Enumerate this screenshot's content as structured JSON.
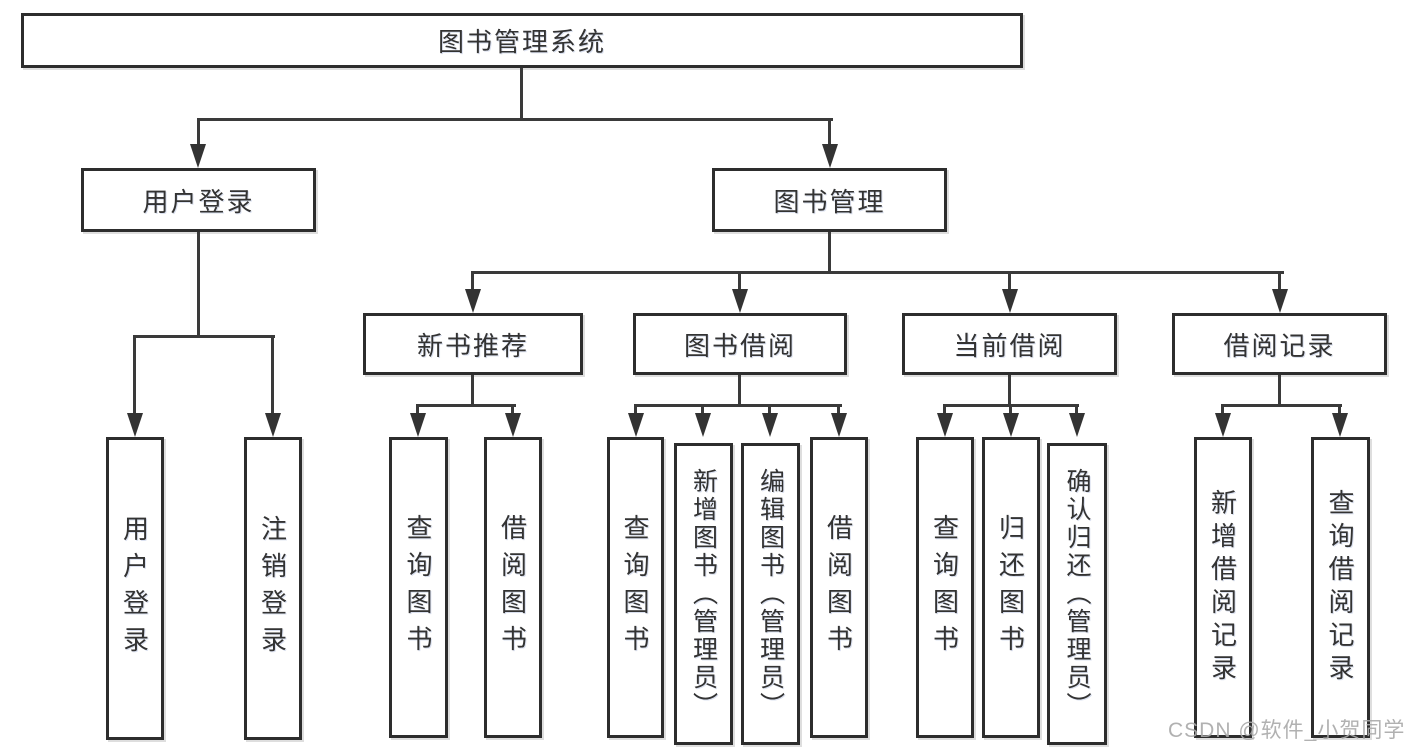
{
  "diagram": {
    "root": {
      "label": "图书管理系统"
    },
    "level2": [
      {
        "label": "用户登录"
      },
      {
        "label": "图书管理"
      }
    ],
    "level3": [
      {
        "label": "新书推荐",
        "parent": "图书管理"
      },
      {
        "label": "图书借阅",
        "parent": "图书管理"
      },
      {
        "label": "当前借阅",
        "parent": "图书管理"
      },
      {
        "label": "借阅记录",
        "parent": "图书管理"
      }
    ],
    "leaves": [
      {
        "label": "用户登录",
        "parent": "用户登录"
      },
      {
        "label": "注销登录",
        "parent": "用户登录"
      },
      {
        "label": "查询图书",
        "parent": "新书推荐"
      },
      {
        "label": "借阅图书",
        "parent": "新书推荐"
      },
      {
        "label": "查询图书",
        "parent": "图书借阅"
      },
      {
        "label": "新增图书（管理员）",
        "parent": "图书借阅"
      },
      {
        "label": "编辑图书（管理员）",
        "parent": "图书借阅"
      },
      {
        "label": "借阅图书",
        "parent": "图书借阅"
      },
      {
        "label": "查询图书",
        "parent": "当前借阅"
      },
      {
        "label": "归还图书",
        "parent": "当前借阅"
      },
      {
        "label": "确认归还（管理员）",
        "parent": "当前借阅"
      },
      {
        "label": "新增借阅记录",
        "parent": "借阅记录"
      },
      {
        "label": "查询借阅记录",
        "parent": "借阅记录"
      }
    ]
  },
  "watermark": {
    "text": "CSDN @软件_小贺同学"
  },
  "colors": {
    "background": "#ffffff",
    "box_fill": "#ffffff",
    "box_border": "#2d2d2d",
    "line": "#3a3a3a",
    "text": "#333333",
    "watermark": "#a8a8a8"
  }
}
